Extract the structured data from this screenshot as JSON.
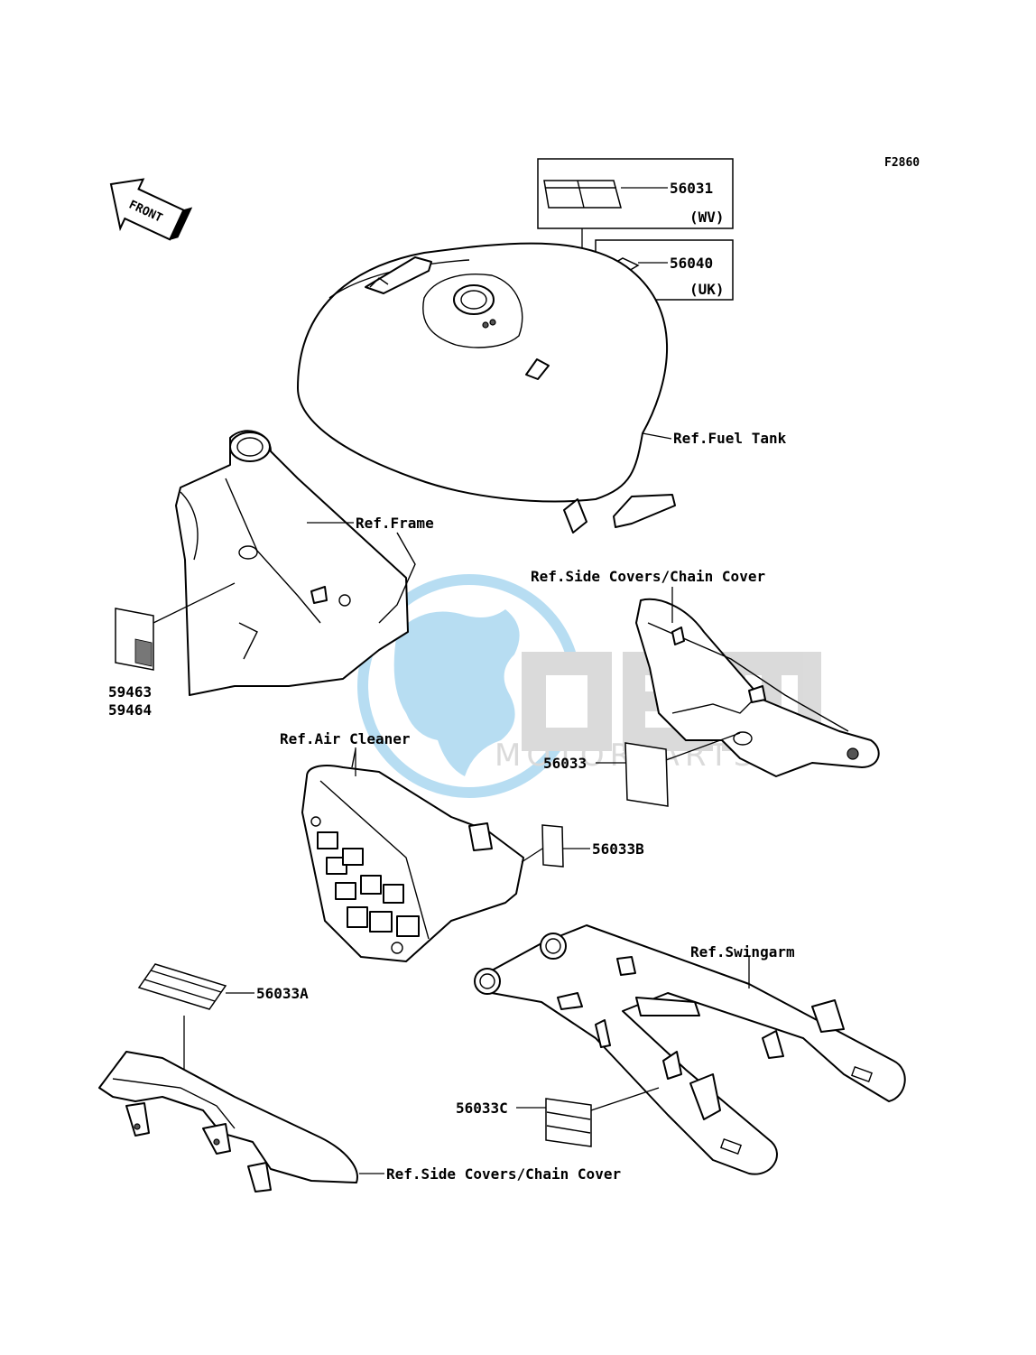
{
  "figure_id": "F2860",
  "front_arrow": "FRONT",
  "callouts": {
    "p56031": "56031",
    "wv": "(WV)",
    "p56040": "56040",
    "uk": "(UK)",
    "fuel_tank": "Ref.Fuel Tank",
    "frame": "Ref.Frame",
    "side_covers_top": "Ref.Side Covers/Chain Cover",
    "p59463": "59463",
    "p59464": "59464",
    "air_cleaner": "Ref.Air Cleaner",
    "p56033": "56033",
    "p56033B": "56033B",
    "swingarm": "Ref.Swingarm",
    "p56033A": "56033A",
    "p56033C": "56033C",
    "side_covers_bottom": "Ref.Side Covers/Chain Cover"
  },
  "watermark": {
    "brand": "OEM",
    "sub": "MOTORPARTS",
    "color": "#7ec3e8",
    "gray": "#bdbdbd"
  }
}
